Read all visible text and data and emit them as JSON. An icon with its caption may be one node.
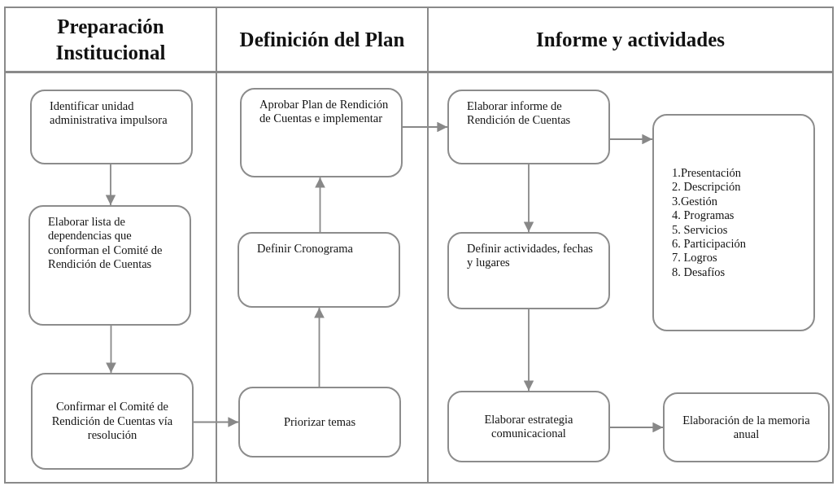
{
  "diagram": {
    "nodes": [
      {
        "text": [
          "Preparación Institucional"
        ]
      },
      {
        "text": [
          "Definición del Plan"
        ]
      },
      {
        "text": [
          "Informe y actividades"
        ]
      },
      {
        "text": [
          "Identificar unidad administrativa impulsora"
        ],
        "in": 0
      },
      {
        "text": [
          "Elaborar lista de dependencias que conforman el Comité de Rendición de Cuentas"
        ],
        "in": 0
      },
      {
        "text": [
          "Confirmar el Comité de Rendición de Cuentas vía resolución"
        ],
        "in": 0
      },
      {
        "text": [
          "Aprobar Plan de Rendición de Cuentas e implementar"
        ],
        "in": 1
      },
      {
        "text": [
          "Definir Cronograma"
        ],
        "in": 1
      },
      {
        "text": [
          "Priorizar temas"
        ],
        "in": 1
      },
      {
        "text": [
          "Elaborar informe de Rendición de Cuentas"
        ],
        "in": 2
      },
      {
        "text": [
          "1.Presentación",
          "2. Descripción",
          "3.Gestión",
          "4. Programas",
          "5. Servicios",
          "6. Participación",
          "7. Logros",
          "8. Desafíos"
        ],
        "in": 2
      },
      {
        "text": [
          "Definir actividades, fechas y lugares"
        ],
        "in": 2
      },
      {
        "text": [
          "Elaborar estrategia comunicacional"
        ],
        "in": 2
      },
      {
        "text": [
          "Elaboración de la memoria anual"
        ],
        "in": 2
      }
    ],
    "edges": [
      {
        "from": 3,
        "to": 4,
        "arrow": "to"
      },
      {
        "from": 4,
        "to": 5,
        "arrow": "to"
      },
      {
        "from": 5,
        "to": 8,
        "arrow": "to"
      },
      {
        "from": 8,
        "to": 7,
        "arrow": "to"
      },
      {
        "from": 7,
        "to": 6,
        "arrow": "to"
      },
      {
        "from": 6,
        "to": 9,
        "arrow": "to"
      },
      {
        "from": 9,
        "to": 10,
        "arrow": "to"
      },
      {
        "from": 9,
        "to": 11,
        "arrow": "to"
      },
      {
        "from": 11,
        "to": 12,
        "arrow": "to"
      },
      {
        "from": 12,
        "to": 13,
        "arrow": "to"
      }
    ]
  }
}
